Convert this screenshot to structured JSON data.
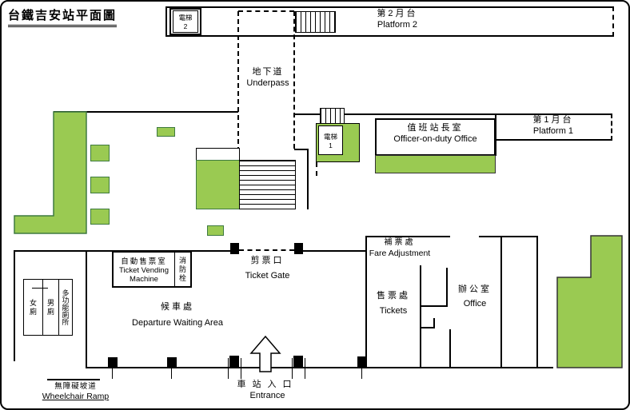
{
  "title": "台鐵吉安站平面圖",
  "platform2": {
    "zh": "第2月台",
    "en": "Platform 2"
  },
  "platform1": {
    "zh": "第1月台",
    "en": "Platform 1"
  },
  "elevator2": {
    "zh": "電梯",
    "num": "2"
  },
  "elevator1": {
    "zh": "電梯",
    "num": "1"
  },
  "underpass": {
    "zh": "地下道",
    "en": "Underpass"
  },
  "officer_office": {
    "zh": "值班站長室",
    "en": "Officer-on-duty Office"
  },
  "ticket_gate": {
    "zh": "剪票口",
    "en": "Ticket Gate"
  },
  "ticket_vending": {
    "zh": "自動售票室",
    "en1": "Ticket Vending",
    "en2": "Machine"
  },
  "fire_hydrant": {
    "zh": "消防栓"
  },
  "waiting_area": {
    "zh": "候車處",
    "en": "Departure Waiting Area"
  },
  "fare_adjustment": {
    "zh": "補票處",
    "en": "Fare Adjustment"
  },
  "tickets": {
    "zh": "售票處",
    "en": "Tickets"
  },
  "office": {
    "zh": "辦公室",
    "en": "Office"
  },
  "restrooms": {
    "women": "女廁",
    "men": "男廁",
    "accessible": "多功能廁所"
  },
  "wheelchair_ramp": {
    "zh": "無障礙坡道",
    "en": "Wheelchair Ramp"
  },
  "entrance": {
    "zh": "車站入口",
    "en": "Entrance"
  },
  "colors": {
    "green": "#9aca52",
    "green_border": "#3e7a40"
  }
}
